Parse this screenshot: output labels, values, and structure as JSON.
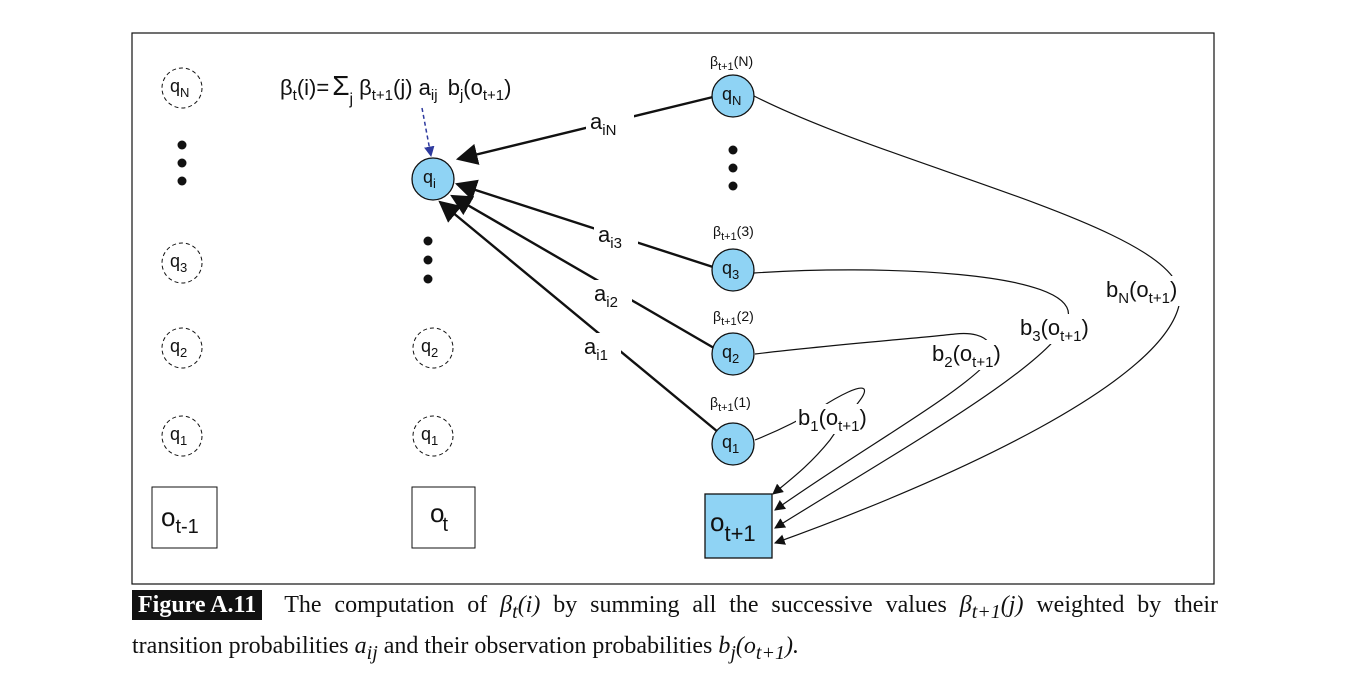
{
  "formula": {
    "lhs_symbol": "β",
    "lhs_sub": "t",
    "lhs_arg": "(i)=",
    "sum": "Σ",
    "sum_sub": "j",
    "beta": "β",
    "beta_sub": "t+1",
    "beta_arg": "(j) a",
    "a_sub": "ij",
    "b": " b",
    "b_sub": "j",
    "obs_open": "(o",
    "obs_sub": "t+1",
    "obs_close": ")"
  },
  "columns": {
    "t_minus_1": {
      "states": [
        {
          "q": "q",
          "sub": "N"
        },
        {
          "q": "q",
          "sub": "3"
        },
        {
          "q": "q",
          "sub": "2"
        },
        {
          "q": "q",
          "sub": "1"
        }
      ],
      "obs": {
        "o": "o",
        "sub": "t-1"
      }
    },
    "t": {
      "state_i": {
        "q": "q",
        "sub": "i"
      },
      "states": [
        {
          "q": "q",
          "sub": "2"
        },
        {
          "q": "q",
          "sub": "1"
        }
      ],
      "obs": {
        "o": "o",
        "sub": "t"
      }
    },
    "t_plus_1": {
      "states": [
        {
          "q": "q",
          "sub": "N",
          "beta": "β",
          "beta_sub": "t+1",
          "beta_arg": "(N)"
        },
        {
          "q": "q",
          "sub": "3",
          "beta": "β",
          "beta_sub": "t+1",
          "beta_arg": "(3)"
        },
        {
          "q": "q",
          "sub": "2",
          "beta": "β",
          "beta_sub": "t+1",
          "beta_arg": "(2)"
        },
        {
          "q": "q",
          "sub": "1",
          "beta": "β",
          "beta_sub": "t+1",
          "beta_arg": "(1)"
        }
      ],
      "obs": {
        "o": "o",
        "sub": "t+1"
      }
    }
  },
  "transitions": [
    {
      "a": "a",
      "sub": "iN"
    },
    {
      "a": "a",
      "sub": "i3"
    },
    {
      "a": "a",
      "sub": "i2"
    },
    {
      "a": "a",
      "sub": "i1"
    }
  ],
  "emissions": [
    {
      "b": "b",
      "sub": "1",
      "arg_open": "(o",
      "arg_sub": "t+1",
      "arg_close": ")"
    },
    {
      "b": "b",
      "sub": "2",
      "arg_open": "(o",
      "arg_sub": "t+1",
      "arg_close": ")"
    },
    {
      "b": "b",
      "sub": "3",
      "arg_open": "(o",
      "arg_sub": "t+1",
      "arg_close": ")"
    },
    {
      "b": "b",
      "sub": "N",
      "arg_open": "(o",
      "arg_sub": "t+1",
      "arg_close": ")"
    }
  ],
  "colors": {
    "node_fill": "#8fd3f4",
    "node_stroke": "#1a1a1a",
    "formula_arrow": "#2e3a9e",
    "caption_badge": "#111111"
  },
  "caption": {
    "label": "Figure A.11",
    "text1": "The computation of",
    "sym1": "β",
    "sym1_sub": "t",
    "sym1_arg": "(i)",
    "text2": "by summing all the successive values",
    "sym2": "β",
    "sym2_sub": "t+1",
    "sym2_arg": "(j)",
    "text3": "weighted by their transition probabilities",
    "sym3": "a",
    "sym3_sub": "ij",
    "text4": "and their observation probabilities",
    "sym4": "b",
    "sym4_sub": "j",
    "sym4_arg_open": "(o",
    "sym4_arg_sub": "t+1",
    "sym4_arg_close": ").",
    "end": ""
  }
}
